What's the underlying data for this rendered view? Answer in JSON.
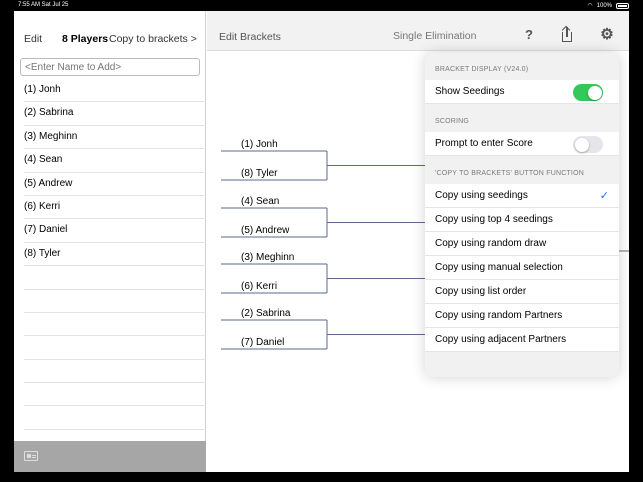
{
  "status_bar": {
    "time": "7:55 AM  Sat Jul 25",
    "battery": "100%"
  },
  "left_pane": {
    "edit": "Edit",
    "player_count": "8 Players",
    "copy_to_brackets": "Copy to brackets >",
    "name_placeholder": "<Enter Name to Add>",
    "players": [
      "(1) Jonh",
      "(2) Sabrina",
      "(3) Meghinn",
      "(4) Sean",
      "(5) Andrew",
      "(6) Kerri",
      "(7) Daniel",
      "(8) Tyler"
    ]
  },
  "main_nav": {
    "edit_brackets": "Edit Brackets",
    "title": "Single Elimination",
    "help_icon": "?"
  },
  "bracket": {
    "matches": [
      {
        "top": "(1) Jonh",
        "bottom": "(8) Tyler"
      },
      {
        "top": "(4) Sean",
        "bottom": "(5) Andrew"
      },
      {
        "top": "(3) Meghinn",
        "bottom": "(6) Kerri"
      },
      {
        "top": "(2) Sabrina",
        "bottom": "(7) Daniel"
      }
    ]
  },
  "popover": {
    "display_header": "BRACKET DISPLAY (V24.0)",
    "show_seedings": "Show Seedings",
    "show_seedings_on": true,
    "scoring_header": "SCORING",
    "prompt_score": "Prompt to enter Score",
    "prompt_score_on": false,
    "copy_header": "'COPY TO BRACKETS' BUTTON FUNCTION",
    "options": [
      "Copy using seedings",
      "Copy using top 4 seedings",
      "Copy using random draw",
      "Copy using manual selection",
      "Copy using list order",
      "Copy using random Partners",
      "Copy using adjacent Partners"
    ],
    "selected_index": 0,
    "check_mark": "✓"
  },
  "colors": {
    "toggle_on": "#34c759",
    "check": "#1f6fdc",
    "bracket_line": "#5a6b8c"
  }
}
